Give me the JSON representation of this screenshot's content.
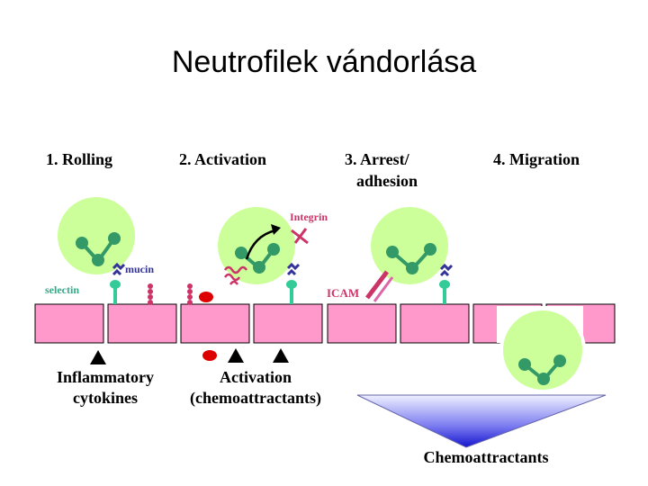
{
  "title": "Neutrofilek vándorlása",
  "steps": [
    {
      "line1": "1. Rolling",
      "line2": ""
    },
    {
      "line1": "2. Activation",
      "line2": ""
    },
    {
      "line1": "3. Arrest/",
      "line2": "adhesion"
    },
    {
      "line1": "4. Migration",
      "line2": ""
    }
  ],
  "molecule_labels": {
    "selectin": "selectin",
    "mucin": "mucin",
    "integrin": "Integrin",
    "icam": "ICAM"
  },
  "bottom_labels": {
    "inflammatory_line1": "Inflammatory",
    "inflammatory_line2": "cytokines",
    "activation_line1": "Activation",
    "activation_line2": "(chemoattractants)",
    "chemoattractants": "Chemoattractants"
  },
  "colors": {
    "cell_fill": "#ccff99",
    "nucleus": "#339966",
    "endothelium": "#ff99cc",
    "selectin": "#33cc99",
    "integrin": "#cc3366",
    "mucin": "#333399",
    "chemokine": "#dd0000",
    "label_selectin": "#33aa88",
    "label_mucin": "#333399",
    "label_integrin": "#cc3366"
  }
}
